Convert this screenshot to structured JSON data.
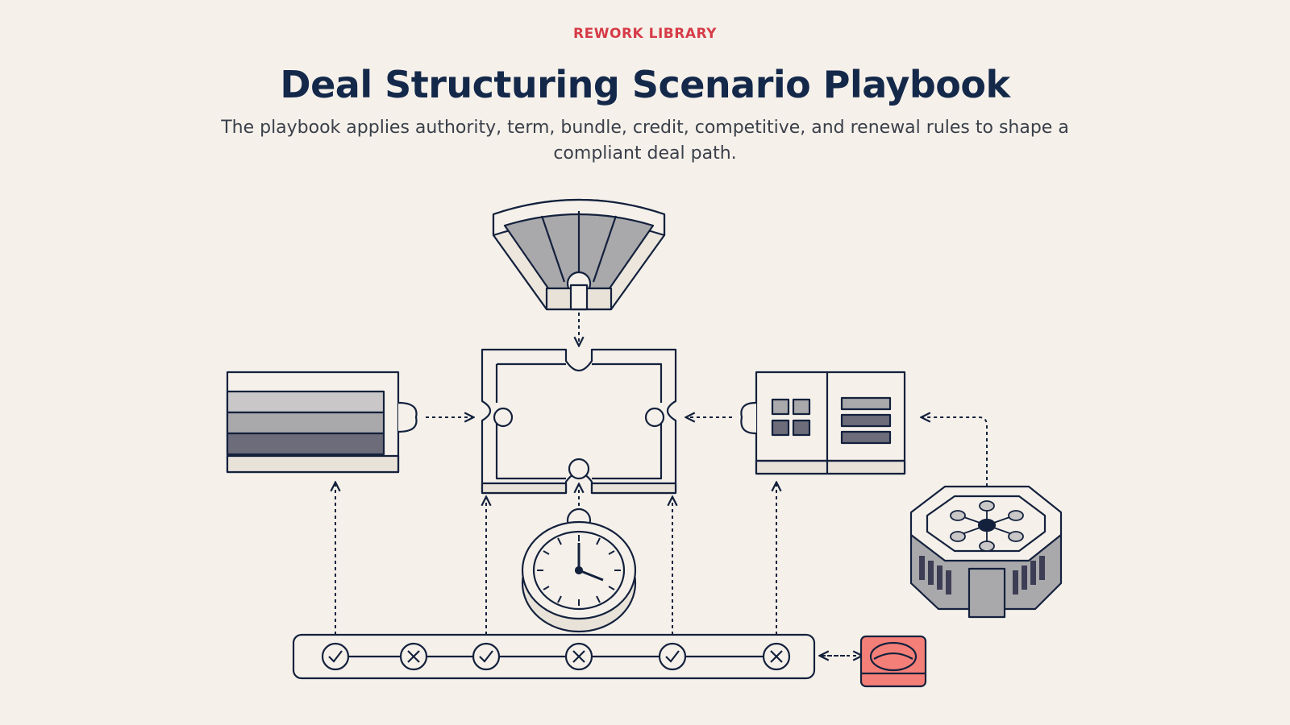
{
  "header": {
    "eyebrow": "REWORK LIBRARY",
    "title": "Deal Structuring Scenario Playbook",
    "subtitle": "The playbook applies authority, term, bundle, credit, competitive, and renewal rules to shape a compliant deal path."
  },
  "colors": {
    "ink": "#14213d",
    "background": "#f5f1ea",
    "accent_red": "#d63c48",
    "button_coral": "#f47f78",
    "gray_light": "#c9c7c8",
    "gray_mid": "#a9a8ab",
    "gray_dark": "#6c6c7a"
  },
  "diagram": {
    "nodes": [
      {
        "id": "authority-gauge",
        "icon": "fan-gauge-icon"
      },
      {
        "id": "central-frame",
        "icon": "puzzle-frame-icon"
      },
      {
        "id": "term-bars",
        "icon": "layered-bars-icon"
      },
      {
        "id": "bundle-panel",
        "icon": "grid-list-panel-icon"
      },
      {
        "id": "network-hub",
        "icon": "octagon-network-hub-icon"
      },
      {
        "id": "stopwatch",
        "icon": "stopwatch-icon"
      },
      {
        "id": "checklist-track",
        "icon": "check-cross-track-icon"
      },
      {
        "id": "red-button",
        "icon": "push-button-icon"
      }
    ],
    "track_marks": [
      "check",
      "cross",
      "check",
      "cross",
      "check",
      "cross"
    ]
  }
}
